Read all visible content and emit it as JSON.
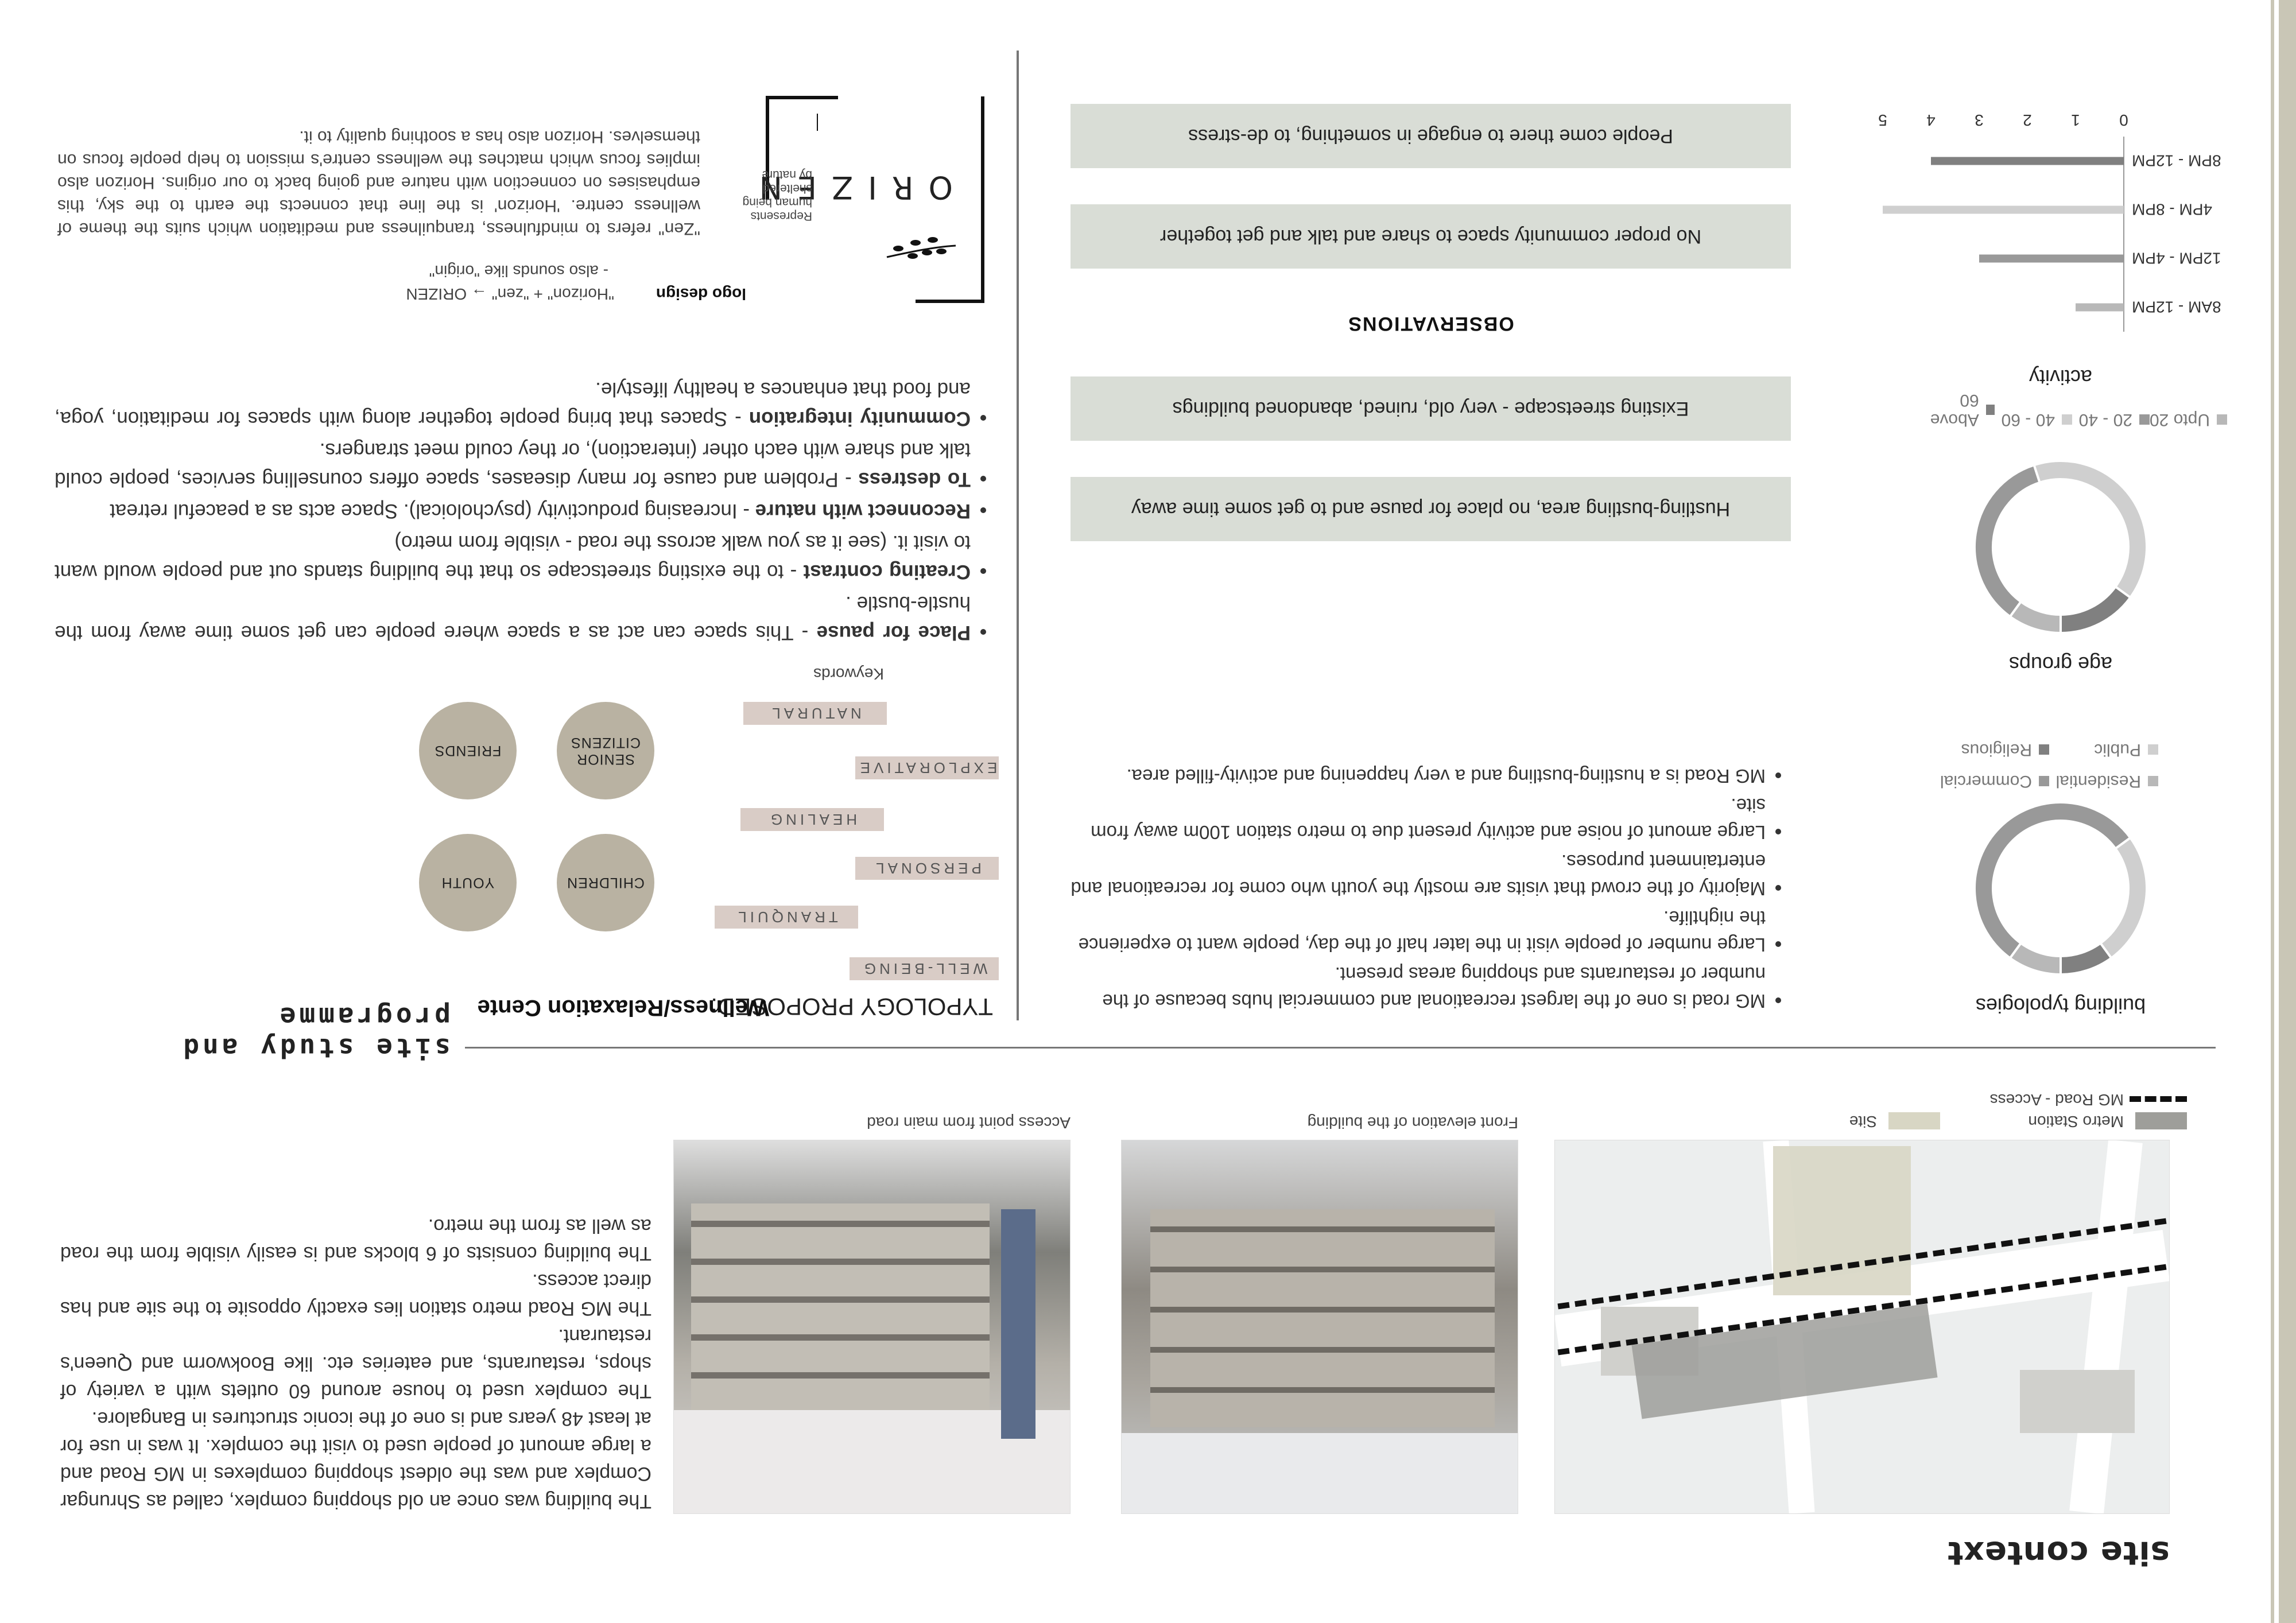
{
  "site_context": {
    "title": "site context",
    "paragraphs": [
      "The building was once an old shopping complex, called as Shrungar Complex and was the oldest shopping complexes in MG Road and a large amount of people used to visit the complex. It was in use for at least 48 years and is one of the iconic structures in Bangalore.",
      "The complex used to house around 60 outlets with a variety of shops, restaurants, and eateries etc. like Bookworm and Queen's restaurant.",
      "The MG Road metro station lies exactly opposite to the site and has direct access.",
      "The building consists of 6 blocks and is easily visible from the road as well as from the metro."
    ],
    "captions": {
      "access": "Access point from main road",
      "front": "Front elevation of the building"
    },
    "legend": {
      "metro": "Metro Station",
      "site": "Site",
      "access": "MG Road - Access"
    },
    "colors": {
      "metro": "#9e9e9a",
      "site": "#d8d6c4"
    }
  },
  "site_study": {
    "title": "site study and programme",
    "typology_label": "TYPOLOGY PROPOSED:",
    "typology_value": "Wellness/Relaxation Cente",
    "user_groups": [
      "CHILDREN",
      "YOUTH",
      "SENIOR CITIZENS",
      "FRIENDS"
    ],
    "keywords_label": "Keywords",
    "keywords": [
      "WELL-BEING",
      "TRANQUIL",
      "PERSONAL",
      "HEALING",
      "EXPLORATIVE",
      "NATURAL"
    ],
    "points": [
      {
        "bold": "Place for pause",
        "text": " - This space can act as a space where people can get some time away from the hustle-bustle ."
      },
      {
        "bold": "Creating contrast",
        "text": " - to the existing streetscape so that the building stands out and people would want to visit it. (see it as you walk across the road - visible from metro)"
      },
      {
        "bold": "Reconnect with nature",
        "text": " - Increasing productivity (psycholoical). Space acts as a peaceful retreat"
      },
      {
        "bold": "To destress",
        "text": " - Problem and cause for many diseases, space offers counselling services, people could talk and share with each other (interaction), or they could meet strangers."
      },
      {
        "bold": "Community integration",
        "text": " - Spaces that bring people together along with spaces for meditation, yoga, and food that enhances a healthy lifestyle."
      }
    ],
    "logo": {
      "label": "logo design",
      "wordmark": "ORIZEN",
      "caption_lines": [
        "Represents",
        "human being",
        "sheltered",
        "by nature"
      ],
      "derivation": "\"Horizon\" + \"zen\"",
      "result": "ORIZEN",
      "note": "- also sounds like \"origin\"",
      "description": "\"Zen\" refers to mindfulness, tranquilness and meditation which suits the theme of wellness centre. 'Horizon' is the line that connects the earth to the sky, this emphasises on connection with nature and going back to our origins. Horizon also implies focus which matches the wellness centre's mission to help people focus on themselves. Horizon also has a soothing quality to it."
    }
  },
  "observations": {
    "title": "OBSERVATIONS",
    "bullets": [
      "MG road is one of the largest recreational and commercial hubs because of the number of restaurants and shopping areas present.",
      "Large number of people visit in the later half of the day, people want to experience the nightlife.",
      "Majority of the crowd that visits are mostly the youth who come for recreational and entertainment purposes.",
      "Large amount of noise and activity present due to metro station 100m away from site.",
      "MG Road is a hustling-bustling and a  very happening and activity-filled area."
    ],
    "bands_lower": [
      "Hustling-bustling area, no place for pause and to get some time away",
      "Existing streetscape - very old, ruined, abandoned buildings"
    ],
    "bands_upper": [
      "No proper community space to share and talk and get together",
      "People come there to engage in something, to de-stress"
    ]
  },
  "chart_data": [
    {
      "type": "pie",
      "title": "building typologies",
      "labels": [
        "Residential",
        "Commercial",
        "Public",
        "Religious"
      ],
      "values": [
        10,
        55,
        25,
        10
      ]
    },
    {
      "type": "pie",
      "title": "age groups",
      "labels": [
        "Upto 20",
        "20 - 40",
        "40 - 60",
        "Above 60"
      ],
      "values": [
        10,
        35,
        40,
        15
      ]
    },
    {
      "type": "bar",
      "title": "activity",
      "orientation": "horizontal",
      "categories": [
        "8AM - 12PM",
        "12PM - 4PM",
        "4PM - 8PM",
        "8PM - 12PM"
      ],
      "series": [
        {
          "values": [
            1,
            3,
            5,
            4
          ]
        }
      ],
      "xlim": [
        0,
        5
      ],
      "xticks": [
        0,
        1,
        2,
        3,
        4,
        5
      ]
    }
  ],
  "chart_colors": [
    "#b8b8b8",
    "#999999",
    "#cfcfcf",
    "#808080"
  ]
}
